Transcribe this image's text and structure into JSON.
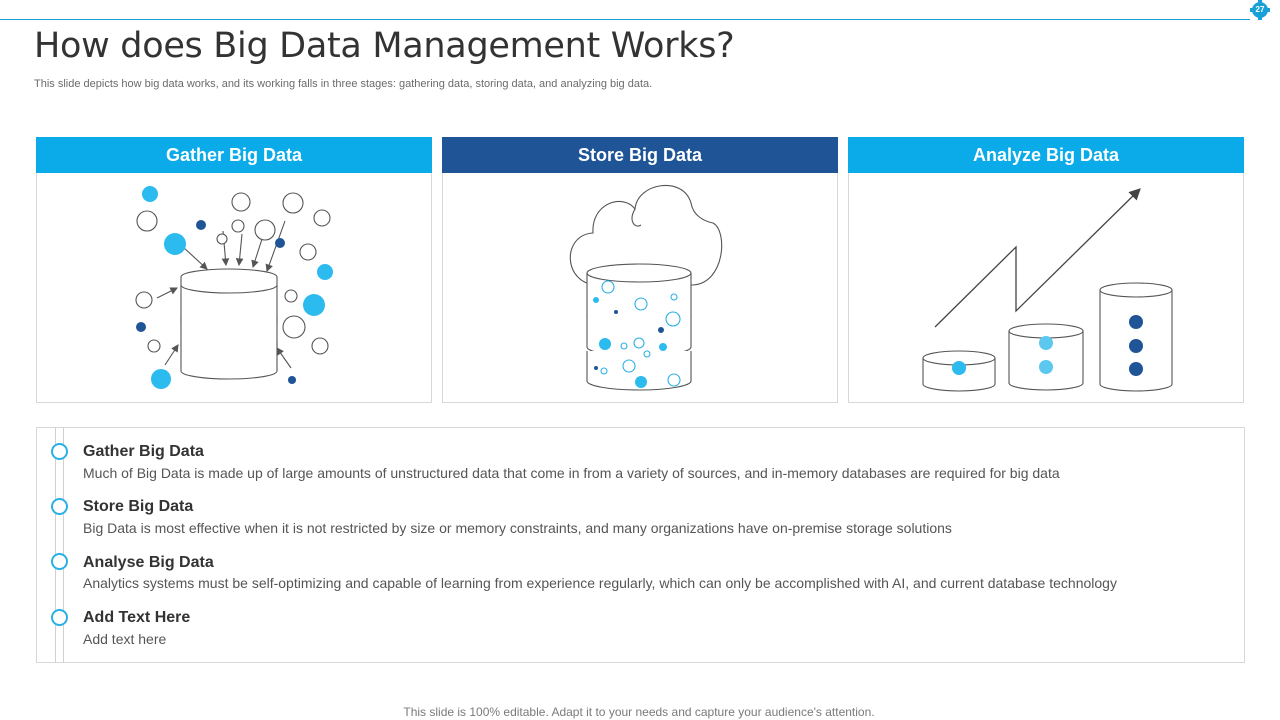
{
  "slide": {
    "page_number": "27",
    "title": "How does Big Data Management Works?",
    "subtitle": "This slide depicts how big data works, and its working falls in three stages: gathering data, storing data, and analyzing big data."
  },
  "panels": [
    {
      "header": "Gather Big Data",
      "icon": "database-data-sources-icon"
    },
    {
      "header": "Store Big Data",
      "icon": "cloud-database-icon"
    },
    {
      "header": "Analyze Big Data",
      "icon": "growth-databases-icon"
    }
  ],
  "steps": [
    {
      "title": "Gather Big Data",
      "description": "Much of Big Data is made up of large amounts of unstructured data that come in from a variety of sources, and in-memory databases are required for big data"
    },
    {
      "title": "Store Big Data",
      "description": "Big Data is most effective when it is not restricted by size or memory constraints, and many organizations have on-premise storage solutions"
    },
    {
      "title": "Analyse Big Data",
      "description": "Analytics systems must be self-optimizing and capable of learning from experience regularly, which can only be accomplished with AI,  and current database technology"
    },
    {
      "title": "Add Text Here",
      "description": "Add text here"
    }
  ],
  "footer": "This slide is 100% editable. Adapt it to your needs and capture your audience's attention.",
  "colors": {
    "light_blue": "#0aabe8",
    "dark_blue": "#1f5596",
    "accent_circle": "#2bb0e5"
  }
}
